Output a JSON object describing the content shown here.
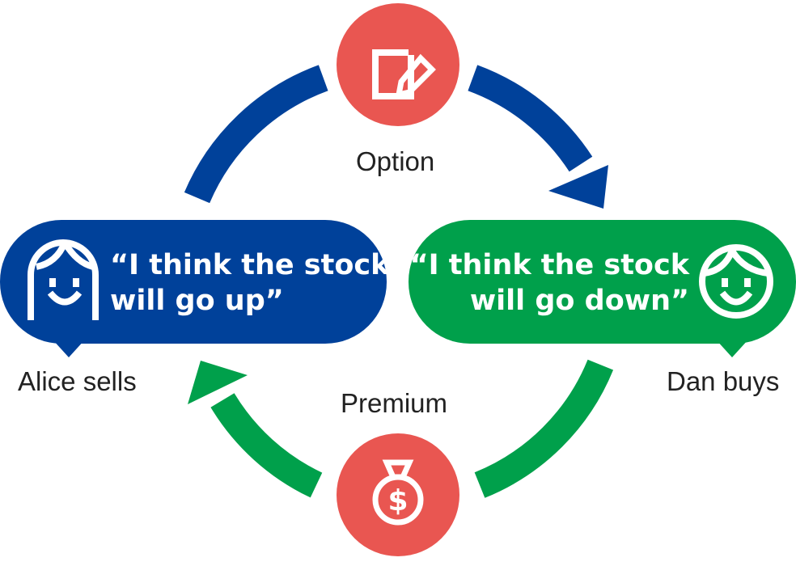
{
  "top": {
    "label": "Option",
    "icon": "contract-edit-icon"
  },
  "bottom": {
    "label": "Premium",
    "icon": "money-bag-icon"
  },
  "seller": {
    "quote_line1": "“I think the stock",
    "quote_line2": "will go up”",
    "caption": "Alice sells",
    "icon": "face-icon"
  },
  "buyer": {
    "quote_line1": "“I think the stock",
    "quote_line2": "will go down”",
    "caption": "Dan buys",
    "icon": "face-icon"
  },
  "colors": {
    "blue": "#00419a",
    "green": "#00a04b",
    "red": "#e95651"
  }
}
